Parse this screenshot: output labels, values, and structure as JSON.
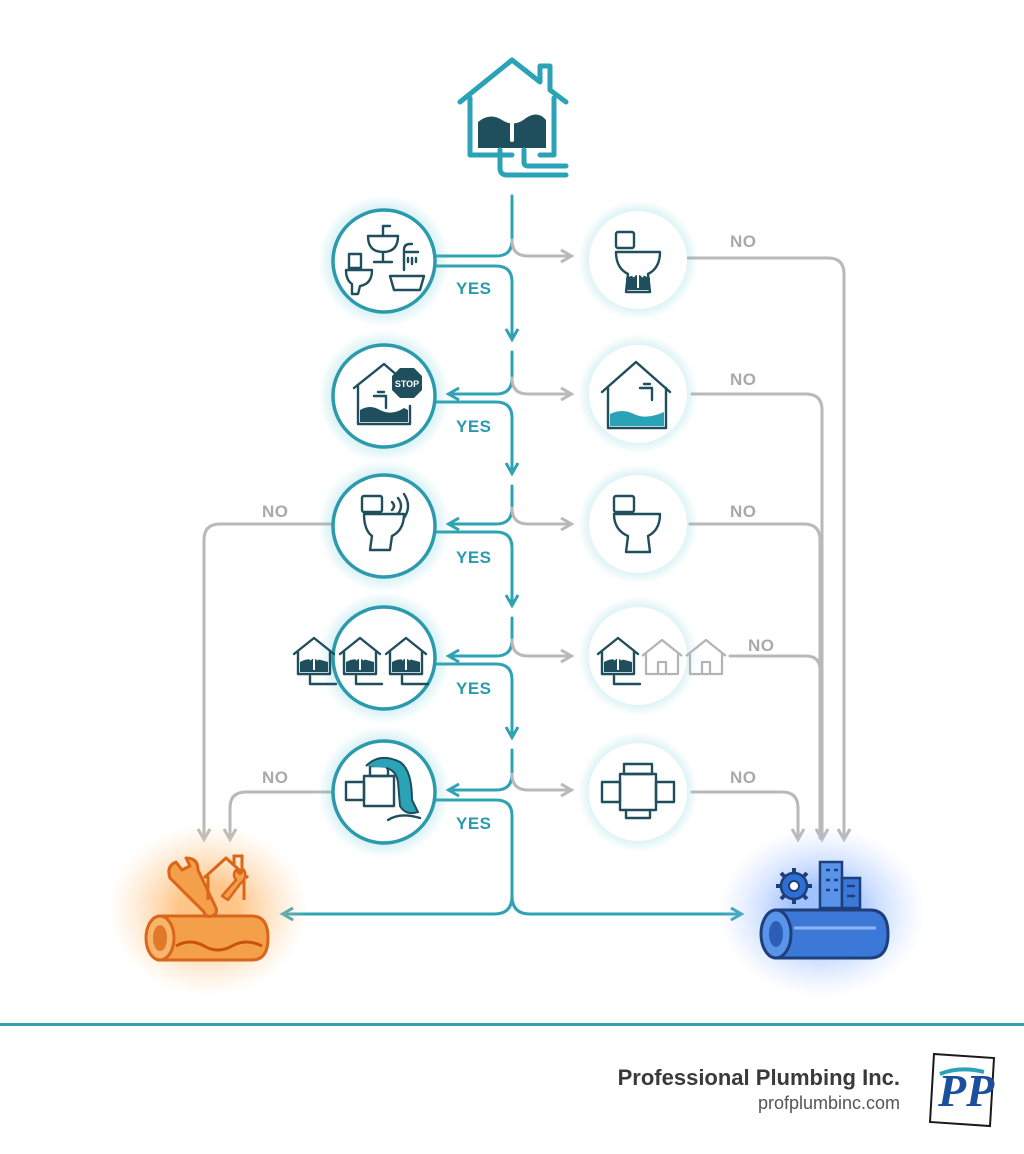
{
  "labels": {
    "yes": "YES",
    "no": "NO"
  },
  "footer": {
    "company_name": "Professional Plumbing Inc.",
    "website": "profplumbinc.com",
    "logo_text": "PP"
  },
  "icons": {
    "top": "house-water-rising-icon",
    "left": [
      "multiple-fixtures-icon",
      "water-shutoff-stop-icon",
      "gurgling-toilet-icon",
      "multiple-houses-icon",
      "overflowing-cleanout-icon"
    ],
    "right": [
      "single-toilet-icon",
      "house-faucet-icon",
      "toilet-icon",
      "single-house-icon",
      "cleanout-pipe-icon"
    ],
    "outcome_left": "repair-pipe-house-icon",
    "outcome_right": "municipal-sewer-main-icon"
  },
  "colors": {
    "yes_path": "#2fa3b4",
    "no_path": "#b9b9b9",
    "left_outcome": "#f08c32",
    "right_outcome": "#2e6fd6",
    "icon_dark": "#1f4e5c"
  }
}
